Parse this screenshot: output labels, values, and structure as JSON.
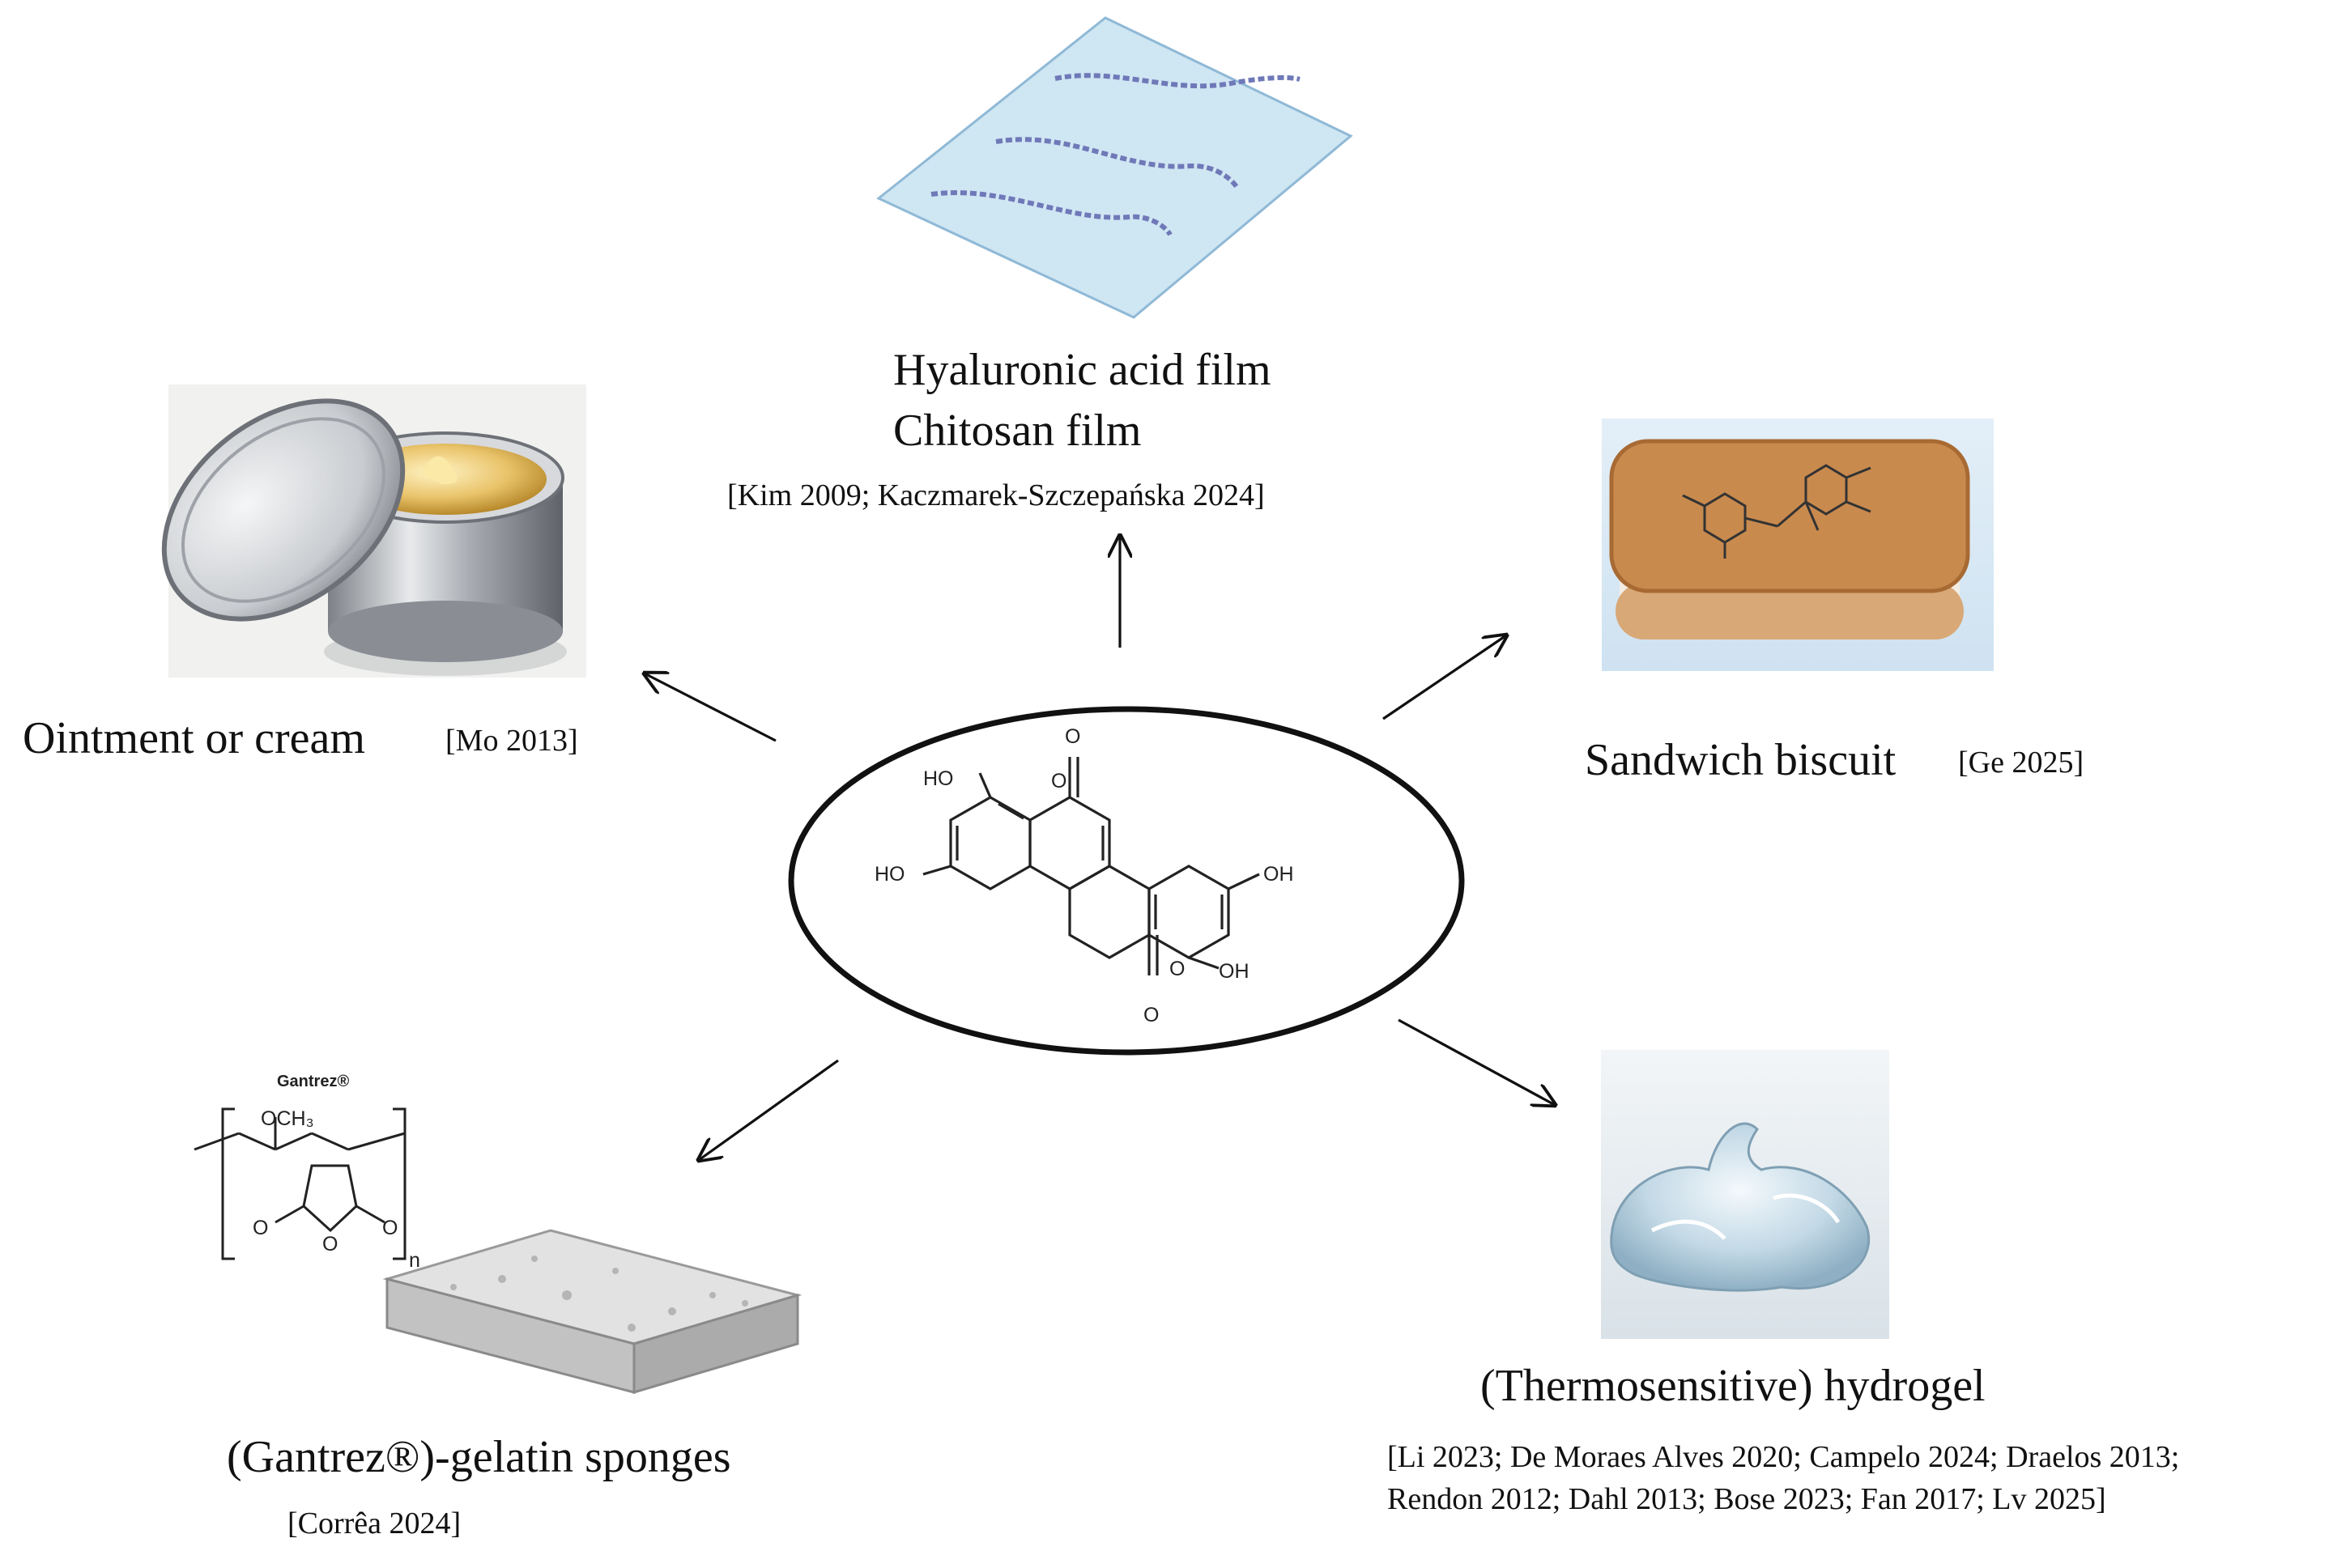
{
  "center": {
    "label": "ellagic-acid-structure",
    "substituents": [
      "HO",
      "HO",
      "OH",
      "OH",
      "O",
      "O",
      "O",
      "O"
    ]
  },
  "nodes": {
    "film": {
      "title_line1": "Hyaluronic acid film",
      "title_line2": "Chitosan film",
      "refs": "[Kim 2009; Kaczmarek-Szczepańska 2024]"
    },
    "ointment": {
      "title": "Ointment or cream",
      "refs": "[Mo 2013]"
    },
    "biscuit": {
      "title": "Sandwich biscuit",
      "refs": "[Ge 2025]"
    },
    "sponge": {
      "title": "(Gantrez®)-gelatin sponges",
      "refs": "[Corrêa 2024]",
      "polymer_name": "Gantrez®",
      "substituent": "OCH₃",
      "subscript": "n",
      "carbonyl_o": [
        "O",
        "O",
        "O"
      ]
    },
    "hydrogel": {
      "title": "(Thermosensitive) hydrogel",
      "refs_line1": "[Li 2023; De Moraes Alves 2020; Campelo 2024; Draelos 2013;",
      "refs_line2": "Rendon 2012; Dahl 2013; Bose 2023; Fan 2017; Lv 2025]"
    }
  },
  "colors": {
    "film_fill": "#cfe6f3",
    "film_wave": "#6f79b8",
    "tin_metal": "#b8bcc2",
    "cream": "#e9c36a",
    "biscuit": "#c98a4e",
    "biscuit_cream": "#f4ede3",
    "gel": "#cfe3ef",
    "sponge": "#d4d4d4"
  }
}
